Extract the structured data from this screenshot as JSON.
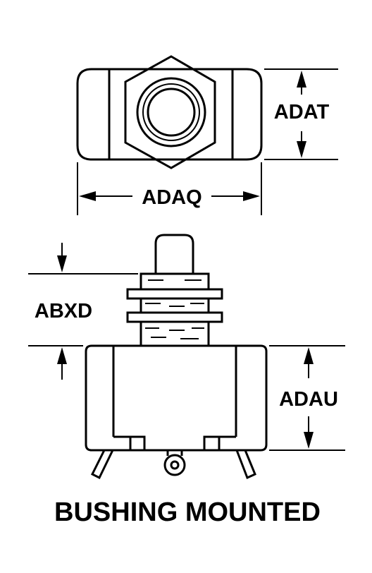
{
  "dimensions": {
    "top_height": "ADAT",
    "top_width": "ADAQ",
    "bushing_length": "ABXD",
    "body_height": "ADAU"
  },
  "caption": "BUSHING MOUNTED"
}
